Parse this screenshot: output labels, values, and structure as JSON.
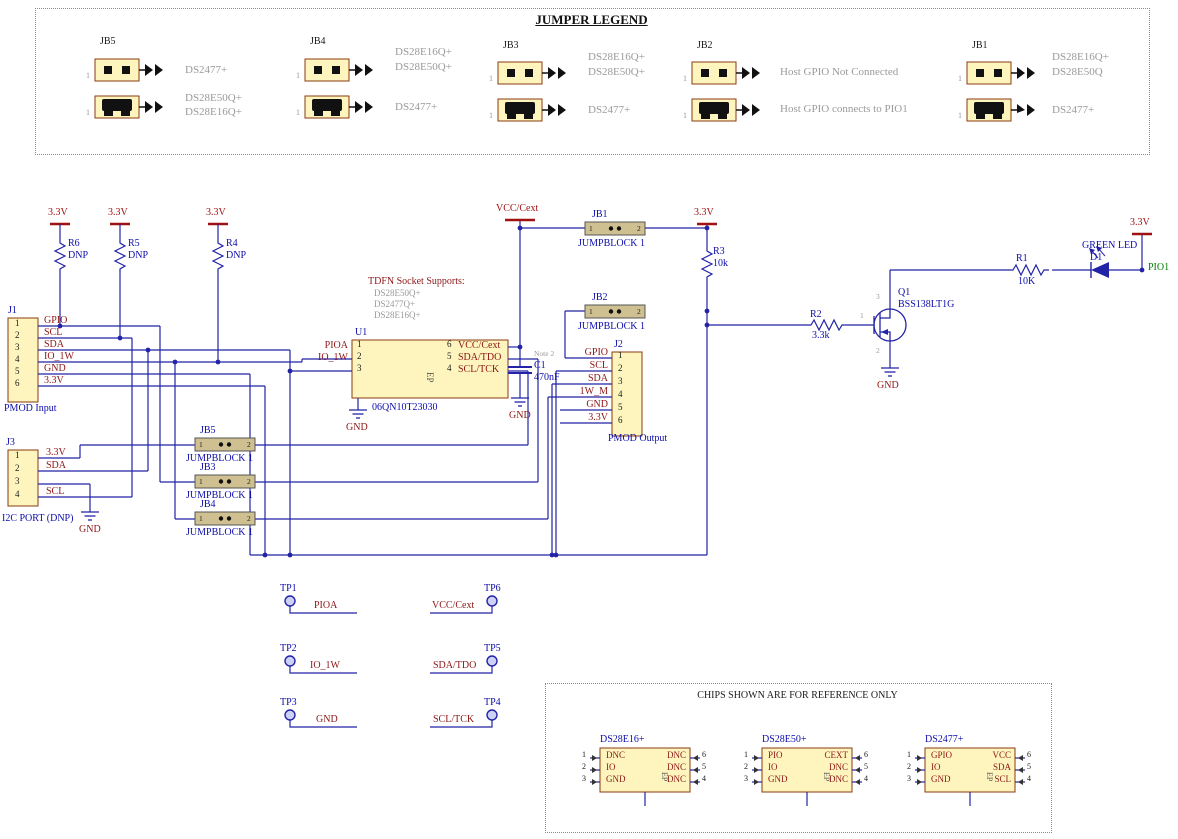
{
  "legend": {
    "title": "JUMPER LEGEND",
    "groups": [
      {
        "name": "JB5",
        "pin": "1",
        "open": [
          "DS2477+"
        ],
        "closed": [
          "DS28E50Q+",
          "DS28E16Q+"
        ]
      },
      {
        "name": "JB4",
        "pin": "1",
        "open": [
          "DS28E16Q+",
          "DS28E50Q+"
        ],
        "closed": [
          "DS2477+"
        ]
      },
      {
        "name": "JB3",
        "pin": "1",
        "open": [
          "DS28E16Q+",
          "DS28E50Q+"
        ],
        "closed": [
          "DS2477+"
        ]
      },
      {
        "name": "JB2",
        "pin": "1",
        "open": [
          "Host GPIO Not Connected"
        ],
        "closed": [
          "Host GPIO connects to PIO1"
        ]
      },
      {
        "name": "JB1",
        "pin": "1",
        "open": [
          "DS28E16Q+",
          "DS28E50Q"
        ],
        "closed": [
          "DS2477+"
        ]
      }
    ]
  },
  "power": {
    "v33": "3.3V",
    "vcc": "VCC/Cext",
    "gnd": "GND"
  },
  "resistors": {
    "r6": {
      "ref": "R6",
      "val": "DNP"
    },
    "r5": {
      "ref": "R5",
      "val": "DNP"
    },
    "r4": {
      "ref": "R4",
      "val": "DNP"
    },
    "r3": {
      "ref": "R3",
      "val": "10k"
    },
    "r2": {
      "ref": "R2",
      "val": "3.3k"
    },
    "r1": {
      "ref": "R1",
      "val": "10K"
    }
  },
  "jumpblocks": {
    "label": "JUMPBLOCK 1",
    "p1": "1",
    "p2": "2",
    "jb1": "JB1",
    "jb2": "JB2",
    "jb3": "JB3",
    "jb4": "JB4",
    "jb5": "JB5"
  },
  "j1": {
    "ref": "J1",
    "title": "PMOD Input",
    "pins": [
      "1",
      "2",
      "3",
      "4",
      "5",
      "6"
    ],
    "nets": [
      "GPIO",
      "SCL",
      "SDA",
      "IO_1W",
      "GND",
      "3.3V"
    ]
  },
  "j2": {
    "ref": "J2",
    "title": "PMOD Output",
    "pins": [
      "1",
      "2",
      "3",
      "4",
      "5",
      "6"
    ],
    "nets": [
      "GPIO",
      "SCL",
      "SDA",
      "1W_M",
      "GND",
      "3.3V"
    ]
  },
  "j3": {
    "ref": "J3",
    "title": "I2C PORT (DNP)",
    "pins": [
      "1",
      "2",
      "3",
      "4"
    ],
    "nets": [
      "3.3V",
      "SDA",
      "",
      "SCL"
    ]
  },
  "u1": {
    "ref": "U1",
    "part": "06QN10T23030",
    "ep": "EP",
    "left": {
      "nums": [
        "1",
        "2",
        "3"
      ],
      "names": [
        "PIOA",
        "IO_1W",
        ""
      ]
    },
    "right": {
      "nums": [
        "6",
        "5",
        "4"
      ],
      "names": [
        "VCC/Cext",
        "SDA/TDO",
        "SCL/TCK"
      ]
    }
  },
  "tdfn": {
    "title": "TDFN Socket Supports:",
    "items": [
      "DS28E50Q+",
      "DS2477Q+",
      "DS28E16Q+"
    ]
  },
  "c1": {
    "note": "Note 2",
    "ref": "C1",
    "val": "470nF"
  },
  "q1": {
    "ref": "Q1",
    "part": "BSS138LT1G",
    "p1": "1",
    "p2": "2",
    "p3": "3"
  },
  "led": {
    "name": "GREEN LED",
    "ref": "D1",
    "net": "PIO1"
  },
  "testpoints": [
    {
      "ref": "TP1",
      "net": "PIOA"
    },
    {
      "ref": "TP2",
      "net": "IO_1W"
    },
    {
      "ref": "TP3",
      "net": "GND"
    },
    {
      "ref": "TP6",
      "net": "VCC/Cext"
    },
    {
      "ref": "TP5",
      "net": "SDA/TDO"
    },
    {
      "ref": "TP4",
      "net": "SCL/TCK"
    }
  ],
  "refbox": {
    "title": "CHIPS SHOWN ARE FOR REFERENCE ONLY",
    "chips": [
      {
        "name": "DS28E16+",
        "lnum": [
          "1",
          "2",
          "3"
        ],
        "left": [
          "DNC",
          "IO",
          "GND"
        ],
        "right": [
          "DNC",
          "DNC",
          "DNC"
        ],
        "rnum": [
          "6",
          "5",
          "4"
        ],
        "ep": "EP"
      },
      {
        "name": "DS28E50+",
        "lnum": [
          "1",
          "2",
          "3"
        ],
        "left": [
          "PIO",
          "IO",
          "GND"
        ],
        "right": [
          "CEXT",
          "DNC",
          "DNC"
        ],
        "rnum": [
          "6",
          "5",
          "4"
        ],
        "ep": "EP"
      },
      {
        "name": "DS2477+",
        "lnum": [
          "1",
          "2",
          "3"
        ],
        "left": [
          "GPIO",
          "IO",
          "GND"
        ],
        "right": [
          "VCC",
          "SDA",
          "SCL"
        ],
        "rnum": [
          "6",
          "5",
          "4"
        ],
        "ep": "EP"
      }
    ]
  },
  "colors": {
    "wire": "#2323a8",
    "net_label": "#8c1616",
    "designator": "#0d0dab",
    "power": "#a01212",
    "gray": "#9a9a9a",
    "green": "#007c00",
    "component_fill": "#fdf5bd",
    "component_outline": "#8b3a10"
  }
}
